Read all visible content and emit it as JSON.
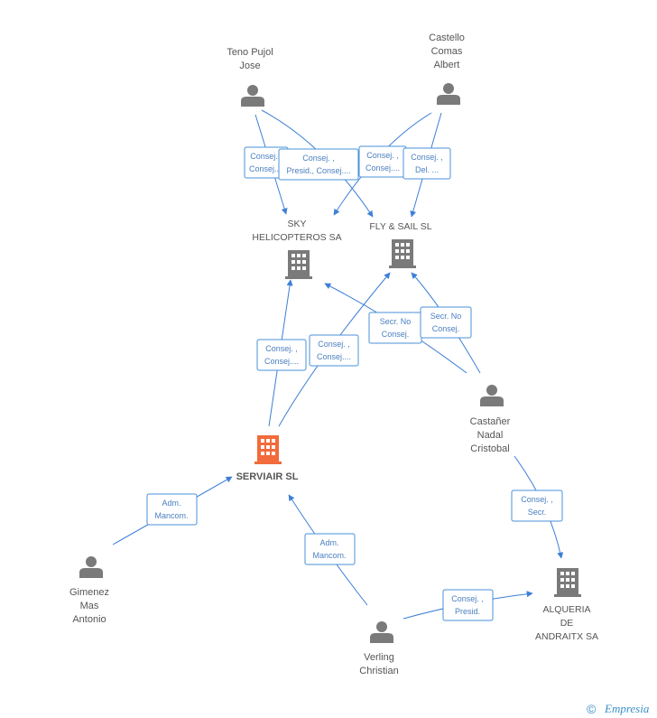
{
  "colors": {
    "edge": "#3d7fd6",
    "badge_border": "#4a90d9",
    "badge_text": "#4a7fc0",
    "person_icon": "#7a7a7a",
    "company_icon": "#7a7a7a",
    "main_company_icon": "#f26b3a",
    "label_text": "#555555",
    "brand": "#3a8fc7"
  },
  "nodes": {
    "teno": {
      "label": [
        "Teno Pujol",
        "Jose"
      ],
      "icon": "person-icon"
    },
    "castello": {
      "label": [
        "Castello",
        "Comas",
        "Albert"
      ],
      "icon": "person-icon"
    },
    "sky": {
      "label": [
        "SKY",
        "HELICOPTEROS SA"
      ],
      "icon": "building-icon"
    },
    "flysail": {
      "label": [
        "FLY & SAIL SL"
      ],
      "icon": "building-icon"
    },
    "serviair": {
      "label": [
        "SERVIAIR SL"
      ],
      "icon": "building-icon"
    },
    "castaner": {
      "label": [
        "Castañer",
        "Nadal",
        "Cristobal"
      ],
      "icon": "person-icon"
    },
    "gimenez": {
      "label": [
        "Gimenez",
        "Mas",
        "Antonio"
      ],
      "icon": "person-icon"
    },
    "verling": {
      "label": [
        "Verling",
        "Christian"
      ],
      "icon": "person-icon"
    },
    "alqueria": {
      "label": [
        "ALQUERIA",
        "DE",
        "ANDRAITX SA"
      ],
      "icon": "building-icon"
    }
  },
  "badges": {
    "teno_sky": [
      "Consej. ,",
      "Consej...."
    ],
    "teno_fly": [
      "Consej. ,",
      "Presid., Consej...."
    ],
    "castello_sky": [
      "Consej. ,",
      "Consej...."
    ],
    "castello_fly": [
      "Consej. ,",
      "Del. ..."
    ],
    "serviair_sky": [
      "Consej. ,",
      "Consej...."
    ],
    "serviair_fly": [
      "Consej. ,",
      "Consej...."
    ],
    "castaner_sky": [
      "Secr. No",
      "Consej."
    ],
    "castaner_fly": [
      "Secr. No",
      "Consej."
    ],
    "castaner_alq": [
      "Consej. ,",
      "Secr."
    ],
    "gimenez_serv": [
      "Adm.",
      "Mancom."
    ],
    "verling_serv": [
      "Adm.",
      "Mancom."
    ],
    "verling_alq": [
      "Consej. ,",
      "Presid."
    ]
  },
  "footer": {
    "copyright_symbol": "©",
    "brand": "Empresia"
  }
}
